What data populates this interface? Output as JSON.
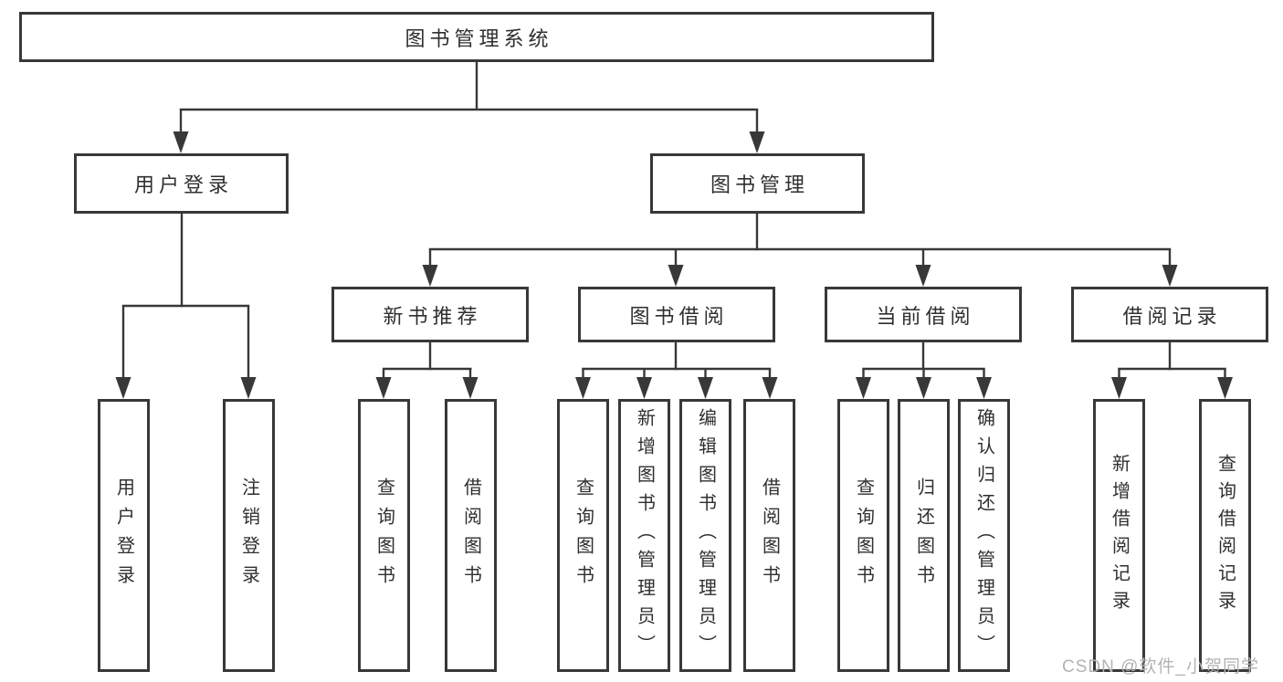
{
  "colors": {
    "line": "#383838",
    "text": "#2f2f2f",
    "bg": "#ffffff",
    "watermark": "#b3b3b3"
  },
  "diagram": {
    "type": "tree",
    "root": {
      "label": "图书管理系统"
    },
    "level2": [
      {
        "label": "用户登录"
      },
      {
        "label": "图书管理"
      }
    ],
    "level3": [
      {
        "label": "新书推荐",
        "parent": "图书管理"
      },
      {
        "label": "图书借阅",
        "parent": "图书管理"
      },
      {
        "label": "当前借阅",
        "parent": "图书管理"
      },
      {
        "label": "借阅记录",
        "parent": "图书管理"
      }
    ],
    "leaves": [
      {
        "label": "用户登录",
        "parent": "用户登录"
      },
      {
        "label": "注销登录",
        "parent": "用户登录"
      },
      {
        "label": "查询图书",
        "parent": "新书推荐"
      },
      {
        "label": "借阅图书",
        "parent": "新书推荐"
      },
      {
        "label": "查询图书",
        "parent": "图书借阅"
      },
      {
        "label": "新增图书（管理员）",
        "parent": "图书借阅"
      },
      {
        "label": "编辑图书（管理员）",
        "parent": "图书借阅"
      },
      {
        "label": "借阅图书",
        "parent": "图书借阅"
      },
      {
        "label": "查询图书",
        "parent": "当前借阅"
      },
      {
        "label": "归还图书",
        "parent": "当前借阅"
      },
      {
        "label": "确认归还（管理员）",
        "parent": "当前借阅"
      },
      {
        "label": "新增借阅记录",
        "parent": "借阅记录"
      },
      {
        "label": "查询借阅记录",
        "parent": "借阅记录"
      }
    ]
  },
  "watermark": {
    "text": "CSDN @软件_小贺同学"
  }
}
